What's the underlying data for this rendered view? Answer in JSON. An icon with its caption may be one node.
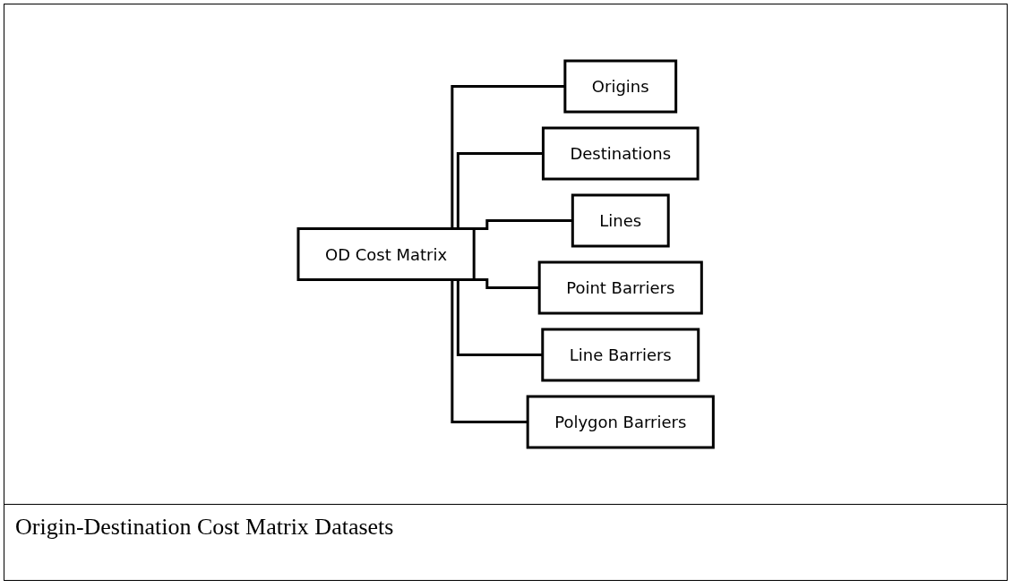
{
  "diagram": {
    "caption": "Origin-Destination Cost Matrix Datasets",
    "nodes": [
      {
        "text": [
          "OD Cost Matrix"
        ]
      },
      {
        "text": [
          "Origins"
        ]
      },
      {
        "text": [
          "Destinations"
        ]
      },
      {
        "text": [
          "Lines"
        ]
      },
      {
        "text": [
          "Point Barriers"
        ]
      },
      {
        "text": [
          "Line Barriers"
        ]
      },
      {
        "text": [
          "Polygon Barriers"
        ]
      }
    ],
    "edges": [
      {
        "from": 0,
        "to": 1,
        "arrow": "none"
      },
      {
        "from": 0,
        "to": 2,
        "arrow": "none"
      },
      {
        "from": 0,
        "to": 3,
        "arrow": "none"
      },
      {
        "from": 0,
        "to": 4,
        "arrow": "none"
      },
      {
        "from": 0,
        "to": 5,
        "arrow": "none"
      },
      {
        "from": 0,
        "to": 6,
        "arrow": "none"
      }
    ]
  }
}
